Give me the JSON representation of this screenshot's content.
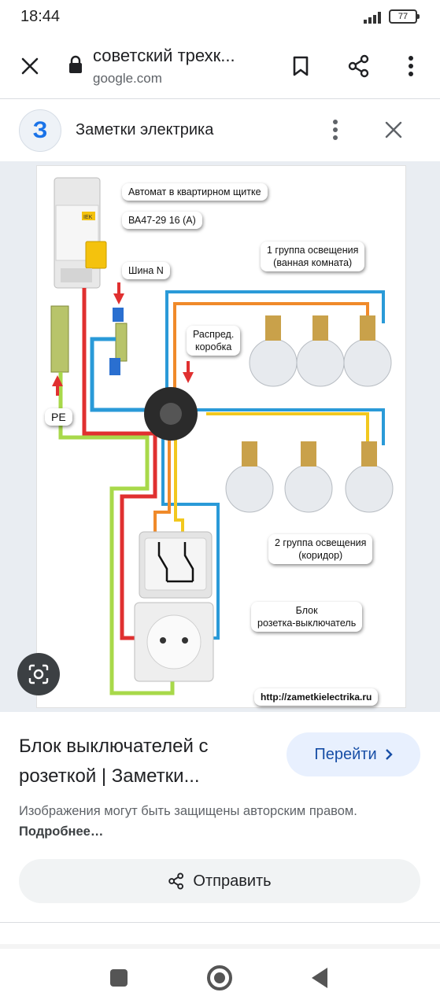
{
  "status_bar": {
    "time": "18:44",
    "battery": "77"
  },
  "browser": {
    "page_title": "советский трехк...",
    "domain": "google.com"
  },
  "source": {
    "name": "Заметки электрика",
    "avatar_glyph": "З"
  },
  "diagram": {
    "labels": {
      "breaker": "Автомат в квартирном щитке",
      "breaker_model": "ВА47-29 16 (А)",
      "bus_n": "Шина N",
      "group1_line1": "1 группа освещения",
      "group1_line2": "(ванная комната)",
      "junction_line1": "Распред.",
      "junction_line2": "коробка",
      "pe": "PE",
      "group2_line1": "2 группа освещения",
      "group2_line2": "(коридор)",
      "block_line1": "Блок",
      "block_line2": "розетка-выключатель",
      "watermark": "http://zametkielectrika.ru",
      "breaker_brand": "IEK"
    },
    "colors": {
      "phase": "#e03030",
      "neutral": "#2a9ad8",
      "pe": "#a8d94a",
      "switched_1": "#f08a2a",
      "switched_2": "#f2c81e"
    }
  },
  "result": {
    "title": "Блок выключателей с розеткой | Заметки...",
    "visit_label": "Перейти",
    "copyright_text": "Изображения могут быть защищены авторским правом. ",
    "more_link": "Подробнее…",
    "share_label": "Отправить"
  },
  "icons": [
    "close-icon",
    "lock-icon",
    "bookmark-icon",
    "share-icon",
    "more-vert-icon",
    "lens-icon",
    "chevron-right-icon"
  ]
}
